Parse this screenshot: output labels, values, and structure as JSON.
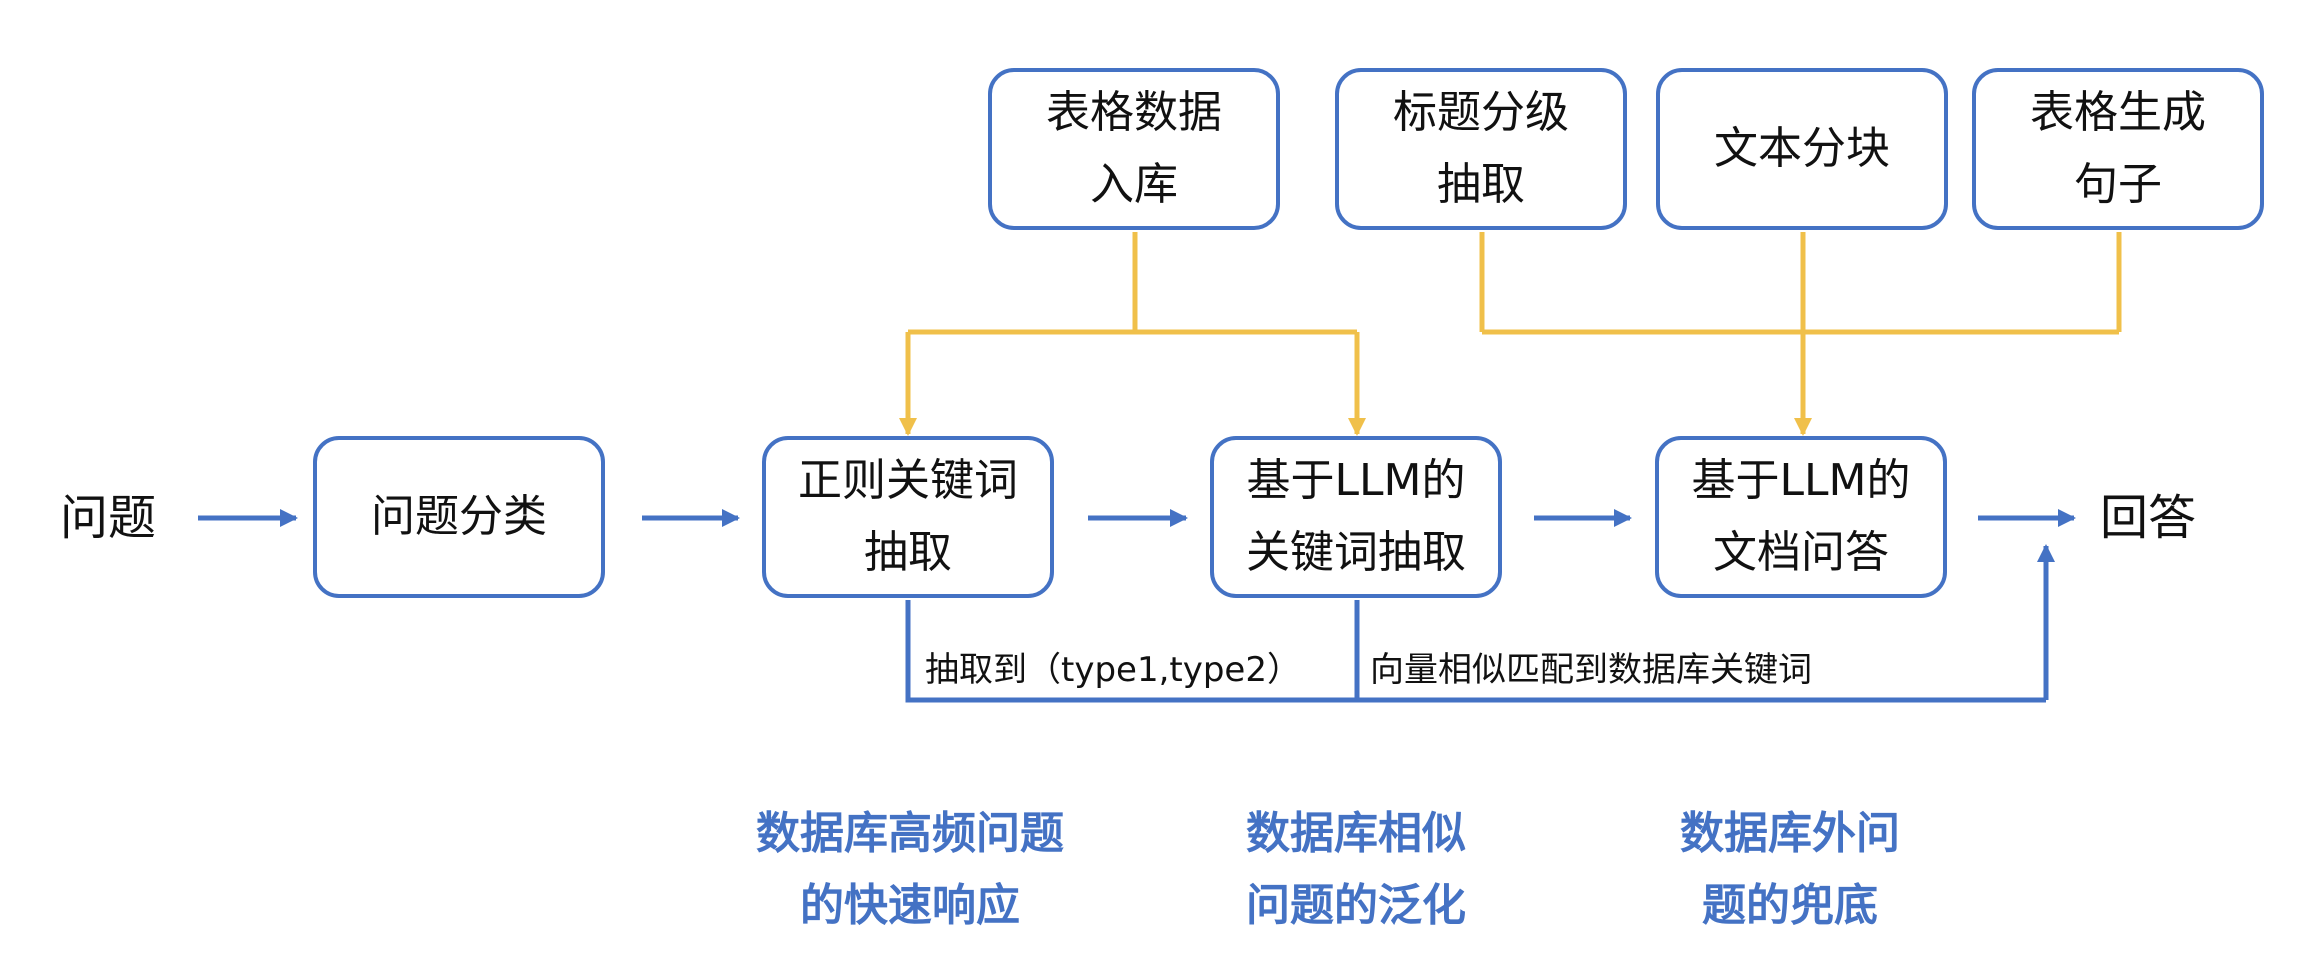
{
  "colors": {
    "flow": "#4472c4",
    "source": "#f0c04a",
    "text": "#111111",
    "caption": "#4472c4"
  },
  "terminals": {
    "question": "问题",
    "answer": "回答"
  },
  "nodes": {
    "classify": [
      "问题分类"
    ],
    "regex": [
      "正则关键词",
      "抽取"
    ],
    "llm_keyword": [
      "基于LLM的",
      "关键词抽取"
    ],
    "llm_doc_qa": [
      "基于LLM的",
      "文档问答"
    ],
    "table_ingest": [
      "表格数据",
      "入库"
    ],
    "heading_extract": [
      "标题分级",
      "抽取"
    ],
    "text_chunk": [
      "文本分块"
    ],
    "table_sentence": [
      "表格生成",
      "句子"
    ]
  },
  "edge_labels": {
    "regex_hit": "抽取到（type1,type2）",
    "vector_match": "向量相似匹配到数据库关键词"
  },
  "captions": {
    "fast": [
      "数据库高频问题",
      "的快速响应"
    ],
    "generalize": [
      "数据库相似",
      "问题的泛化"
    ],
    "fallback": [
      "数据库外问",
      "题的兜底"
    ]
  }
}
